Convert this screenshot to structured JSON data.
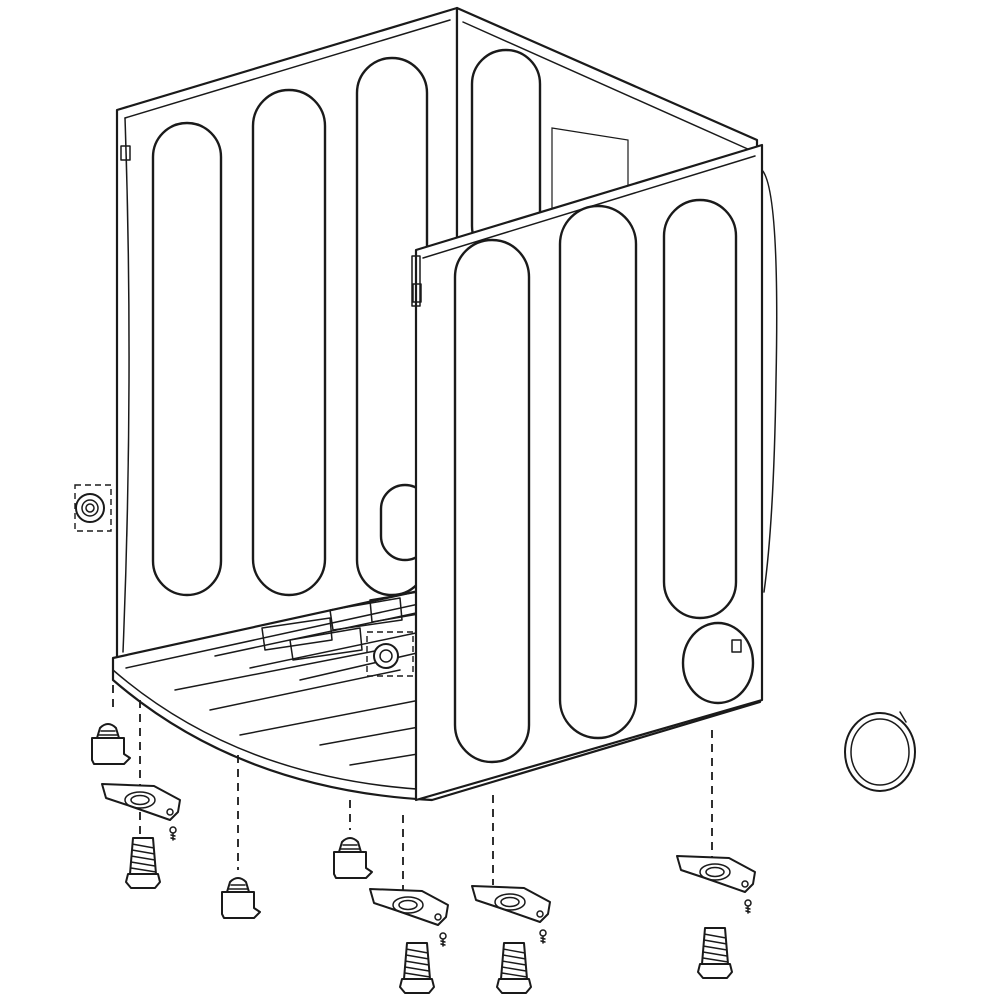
{
  "diagram": {
    "type": "exploded-parts-view",
    "subject": "dryer cabinet",
    "colors": {
      "line": "#1a1a1a",
      "background": "#ffffff"
    },
    "parts": [
      {
        "id": "cabinet",
        "icon": "cabinet-shell"
      },
      {
        "id": "grommet-left",
        "icon": "grommet"
      },
      {
        "id": "grommet-floor",
        "icon": "grommet"
      },
      {
        "id": "duct-gasket",
        "icon": "ring-gasket"
      },
      {
        "id": "support-1",
        "icon": "support-clip"
      },
      {
        "id": "support-2",
        "icon": "support-clip"
      },
      {
        "id": "support-3",
        "icon": "support-clip"
      },
      {
        "id": "bracket-1",
        "icon": "leg-bracket"
      },
      {
        "id": "bracket-2",
        "icon": "leg-bracket"
      },
      {
        "id": "bracket-3",
        "icon": "leg-bracket"
      },
      {
        "id": "bracket-4",
        "icon": "leg-bracket"
      },
      {
        "id": "leg-1",
        "icon": "leveling-leg"
      },
      {
        "id": "leg-2",
        "icon": "leveling-leg"
      },
      {
        "id": "leg-3",
        "icon": "leveling-leg"
      },
      {
        "id": "leg-4",
        "icon": "leveling-leg"
      }
    ]
  }
}
